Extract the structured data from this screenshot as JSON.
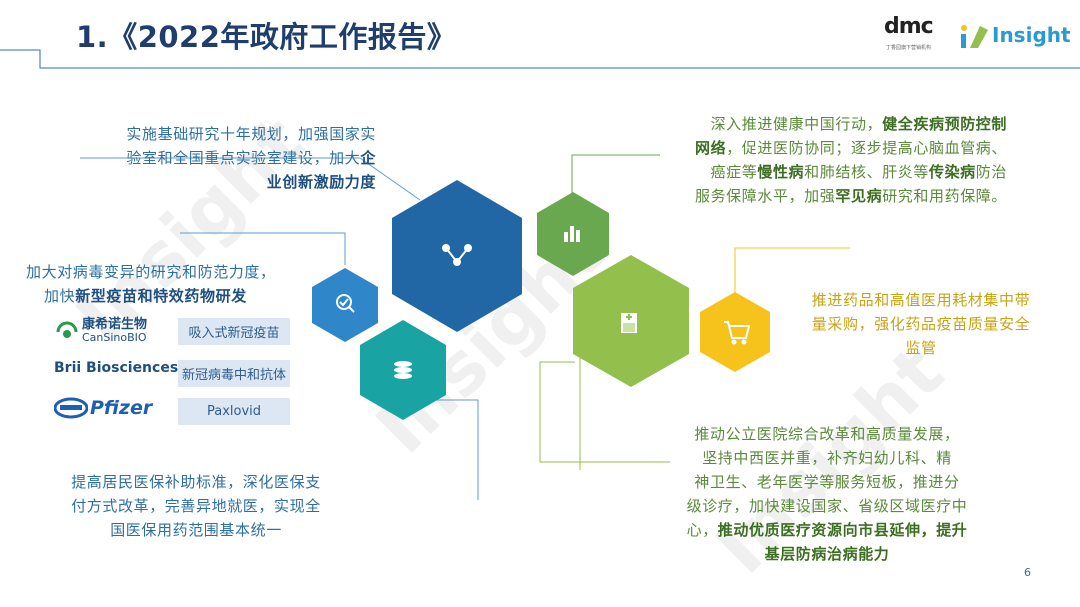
{
  "title": "1.《2022年政府工作报告》",
  "logos": {
    "dmc_mark": "dmc",
    "dmc_sub": "丁香园旗下营销机构",
    "insight": "Insight",
    "watermark": "Insight"
  },
  "blocks": {
    "research": {
      "line1": "实施基础研究十年规划，加强国家实",
      "line2": "验室和全国重点实验室建设，加大",
      "bold2": "企",
      "line3bold": "业创新激励力度"
    },
    "vaccine": {
      "line1": "加大对病毒变异的研究和防范力度，",
      "line2a": "加快",
      "line2b": "新型疫苗和特效药物研发"
    },
    "insurance": {
      "line1": "提高居民医保补助标准，深化医保支",
      "line2": "付方式改革，完善异地就医，实现全",
      "line3": "国医保用药范围基本统一"
    },
    "health": {
      "l1a": "深入推进健康中国行动，",
      "l1b": "健全疾病预防控制",
      "l2a": "网络",
      "l2b": "，促进医防协同；逐步提高心脑血管病、",
      "l3a": "癌症等",
      "l3b": "慢性病",
      "l3c": "和肺结核、肝炎等",
      "l3d": "传染病",
      "l3e": "防治",
      "l4a": "服务保障水平，加强",
      "l4b": "罕见病",
      "l4c": "研究和用药保障。"
    },
    "procurement": {
      "line1": "推进药品和高值医用耗材集中带",
      "line2": "量采购，强化药品疫苗质量安全",
      "line3": "监管"
    },
    "hospital": {
      "line1": "推动公立医院综合改革和高质量发展，",
      "line2": "坚持中西医并重，补齐妇幼儿科、精",
      "line3": "神卫生、老年医学等服务短板，推进分",
      "line4": "级诊疗，加快建设国家、省级区域医疗中",
      "line5a": "心，",
      "line5b": "推动优质医疗资源向市县延伸，提升",
      "line6b": "基层防病治病能力"
    }
  },
  "companies": [
    {
      "name": "康希诺生物",
      "sub": "CanSinoBIO",
      "tag": "吸入式新冠疫苗"
    },
    {
      "name": "Brii Biosciences",
      "tag": "新冠病毒中和抗体"
    },
    {
      "name": "Pfizer",
      "tag": "Paxlovid"
    }
  ],
  "colors": {
    "dark_blue": "#2167a6",
    "mid_blue": "#2f86c8",
    "teal": "#1aa3a3",
    "green_dark": "#6aa84f",
    "green_light": "#93bf4c",
    "yellow": "#f5c31c"
  },
  "icons": {
    "network": "network-icon",
    "chart": "bar-chart-icon",
    "search": "search-check-icon",
    "coins": "coins-icon",
    "hospital": "hospital-icon",
    "cart": "cart-icon"
  },
  "page_number": "6"
}
